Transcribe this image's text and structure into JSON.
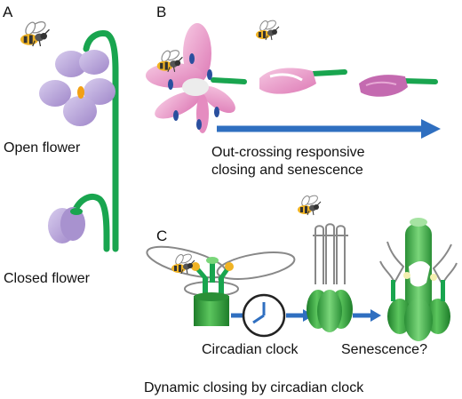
{
  "panels": {
    "a": {
      "letter": "A",
      "open_flower": "Open flower",
      "closed_flower": "Closed flower"
    },
    "b": {
      "letter": "B",
      "arrow_caption_line1": "Out-crossing responsive",
      "arrow_caption_line2": "closing and senescence"
    },
    "c": {
      "letter": "C",
      "clock_label": "Circadian clock",
      "senescence_label": "Senescence?",
      "caption": "Dynamic closing by circadian clock"
    }
  },
  "colors": {
    "stem_green": "#19a54f",
    "dark_green": "#238a2e",
    "violet_petal": "#b9a3d8",
    "pink_petal": "#e58cc0",
    "arrow_blue": "#2f6fc0",
    "bee_yellow": "#f0b323",
    "outline_gray": "#888888"
  },
  "icons": [
    "bee-icon",
    "clock-icon",
    "flower-icon",
    "arrow-icon"
  ]
}
